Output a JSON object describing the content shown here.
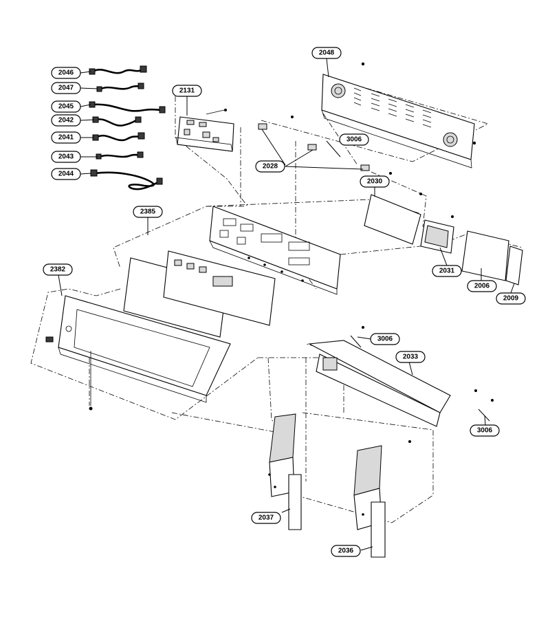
{
  "labels": {
    "l2046": "2046",
    "l2047": "2047",
    "l2045": "2045",
    "l2042": "2042",
    "l2041": "2041",
    "l2043": "2043",
    "l2044": "2044",
    "l2131": "2131",
    "l2048": "2048",
    "l3006a": "3006",
    "l2028": "2028",
    "l2030": "2030",
    "l2385": "2385",
    "l2382": "2382",
    "l2031": "2031",
    "l2006": "2006",
    "l2009": "2009",
    "l3006b": "3006",
    "l2033": "2033",
    "l3006c": "3006",
    "l2037": "2037",
    "l2036": "2036"
  }
}
